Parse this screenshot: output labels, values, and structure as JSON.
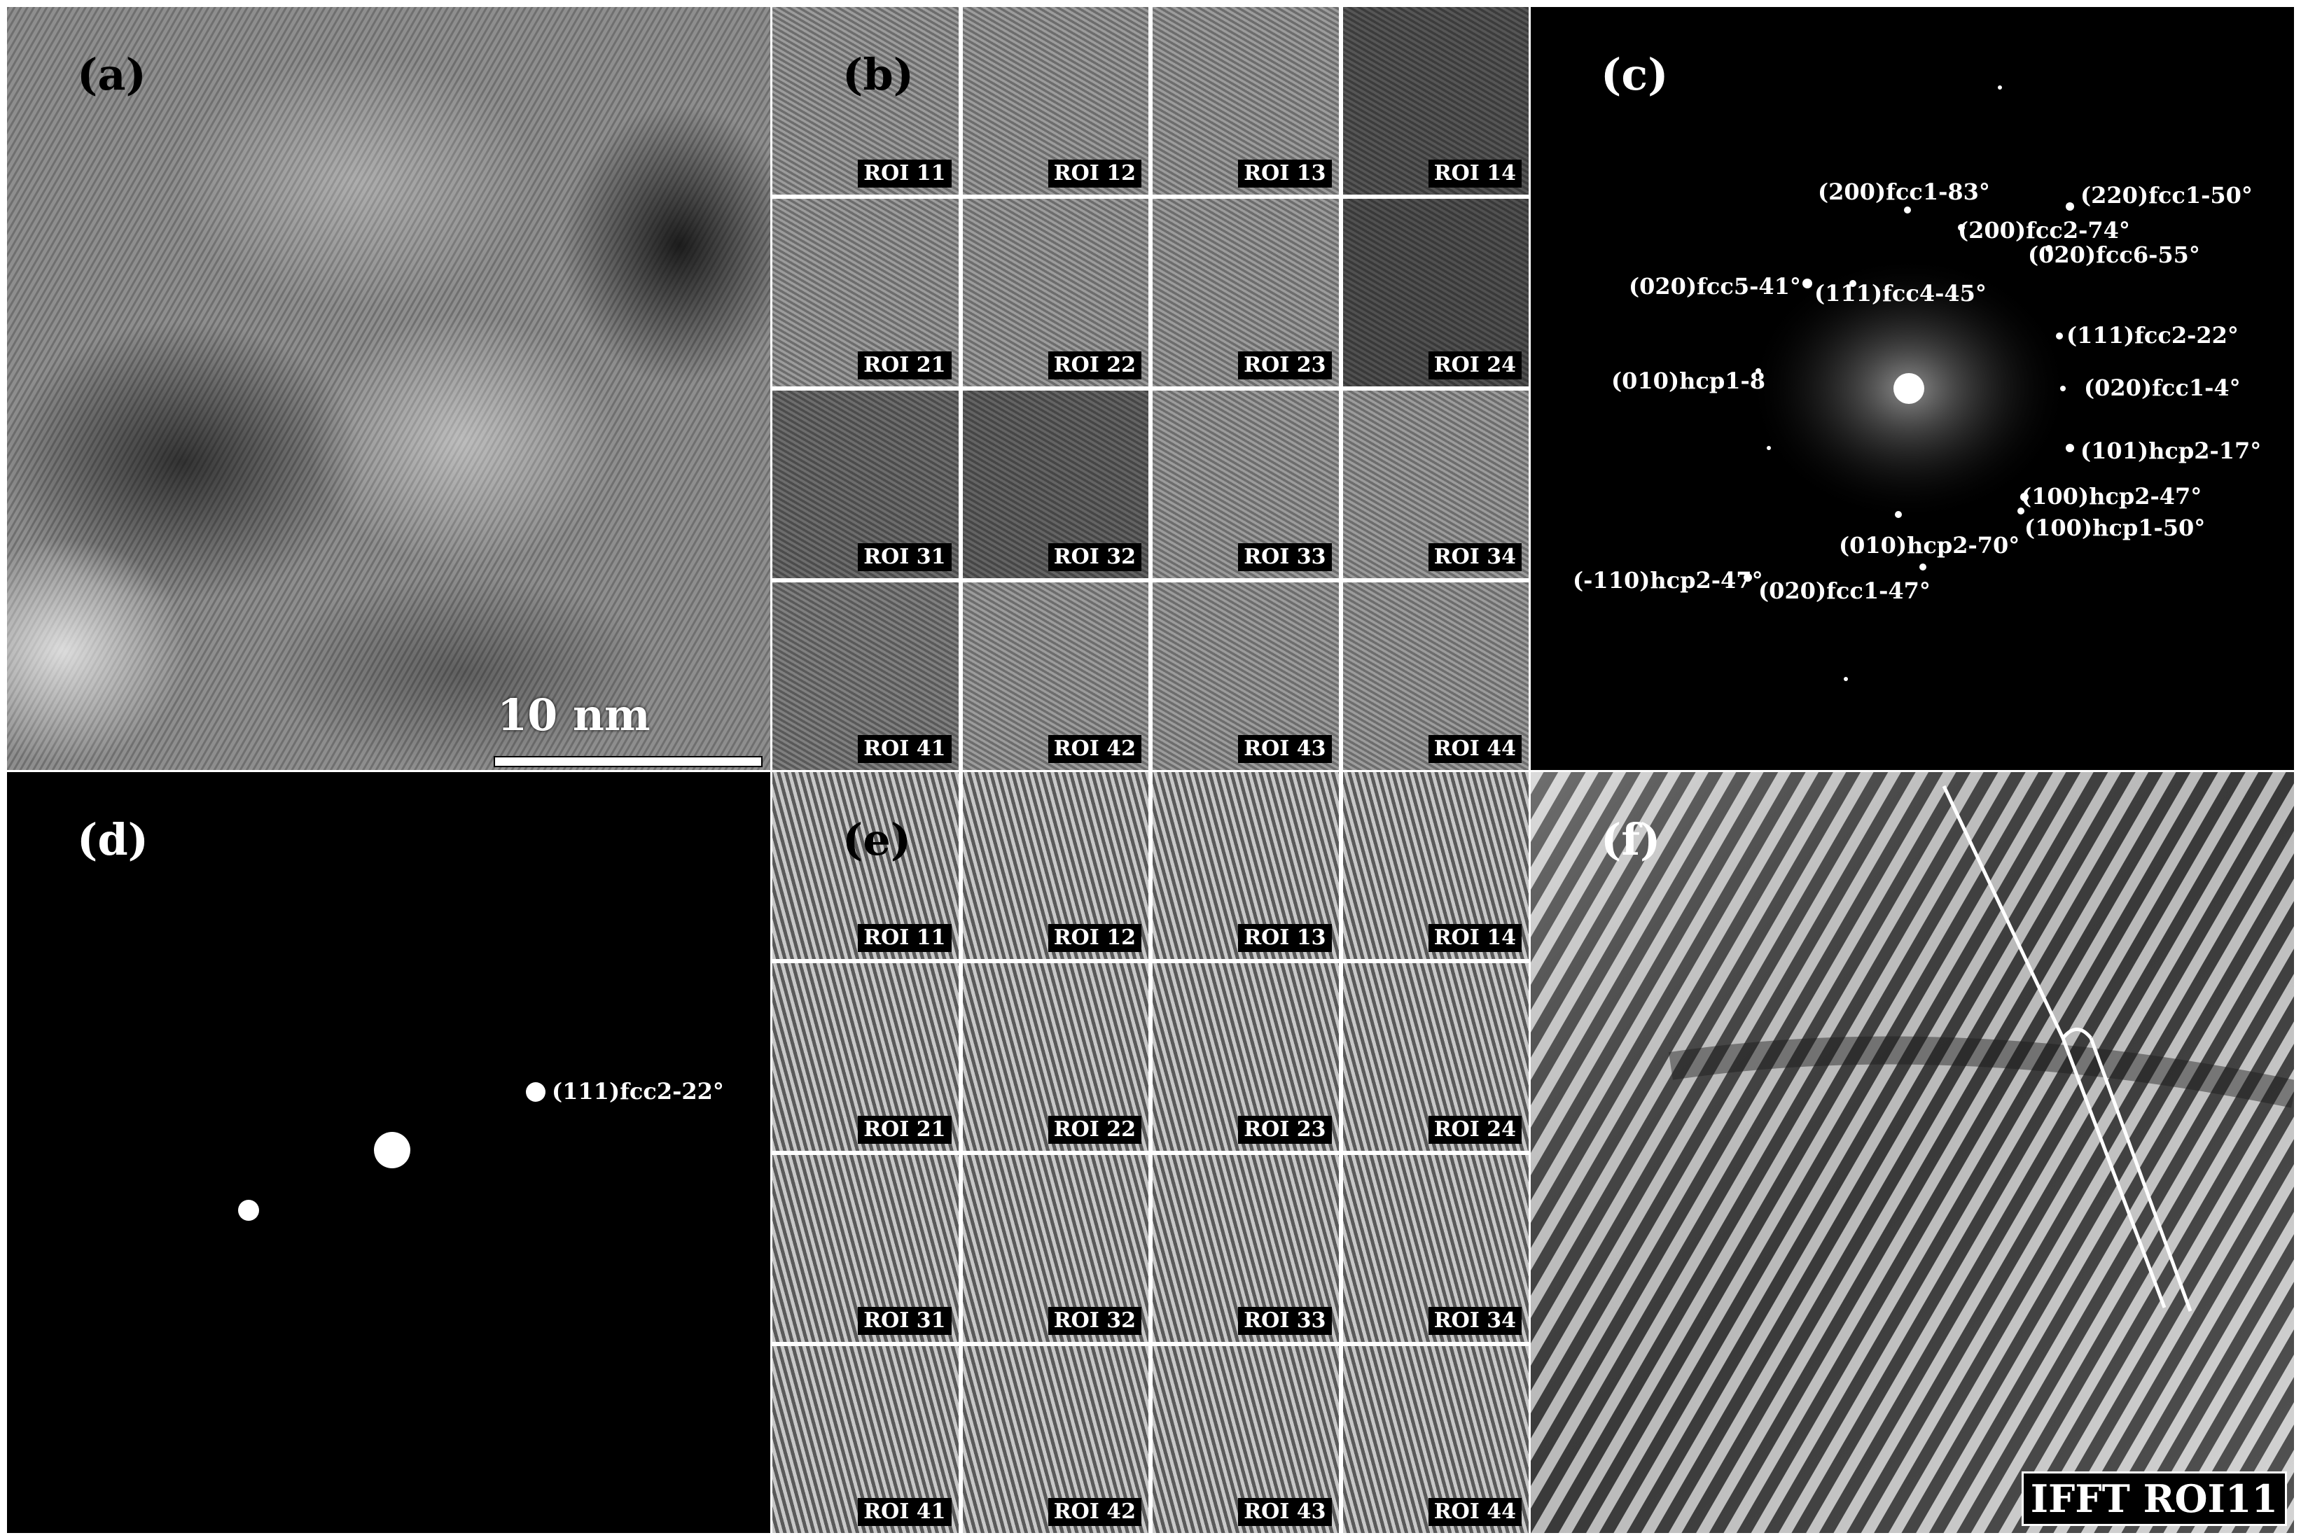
{
  "panels": {
    "a": {
      "label": "(a)",
      "scale_bar": "10 nm"
    },
    "b": {
      "label": "(b)",
      "tiles": [
        "ROI 11",
        "ROI 12",
        "ROI 13",
        "ROI 14",
        "ROI 21",
        "ROI 22",
        "ROI 23",
        "ROI 24",
        "ROI 31",
        "ROI 32",
        "ROI 33",
        "ROI 34",
        "ROI 41",
        "ROI 42",
        "ROI 43",
        "ROI 44"
      ]
    },
    "c": {
      "label": "(c)",
      "spots": [
        "(200)fcc1-83°",
        "(220)fcc1-50°",
        "(200)fcc2-74°",
        "(020)fcc6-55°",
        "(020)fcc5-41°",
        "(111)fcc4-45°",
        "(111)fcc2-22°",
        "(010)hcp1-8",
        "(020)fcc1-4°",
        "(101)hcp2-17°",
        "(100)hcp2-47°",
        "(100)hcp1-50°",
        "(010)hcp2-70°",
        "(-110)hcp2-47°",
        "(020)fcc1-47°"
      ]
    },
    "d": {
      "label": "(d)",
      "spot_label": "(111)fcc2-22°"
    },
    "e": {
      "label": "(e)",
      "tiles": [
        "ROI 11",
        "ROI 12",
        "ROI 13",
        "ROI 14",
        "ROI 21",
        "ROI 22",
        "ROI 23",
        "ROI 24",
        "ROI 31",
        "ROI 32",
        "ROI 33",
        "ROI 34",
        "ROI 41",
        "ROI 42",
        "ROI 43",
        "ROI 44"
      ]
    },
    "f": {
      "label": "(f)",
      "caption": "IFFT ROI11"
    }
  }
}
